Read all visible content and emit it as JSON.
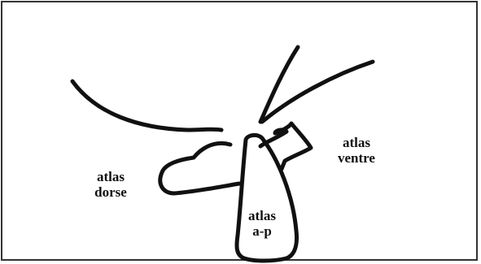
{
  "labels": {
    "dorse": {
      "line1": "atlas",
      "line2": "dorse"
    },
    "ventre": {
      "line1": "atlas",
      "line2": "ventre"
    },
    "ap": {
      "line1": "atlas",
      "line2": "a-p"
    }
  }
}
